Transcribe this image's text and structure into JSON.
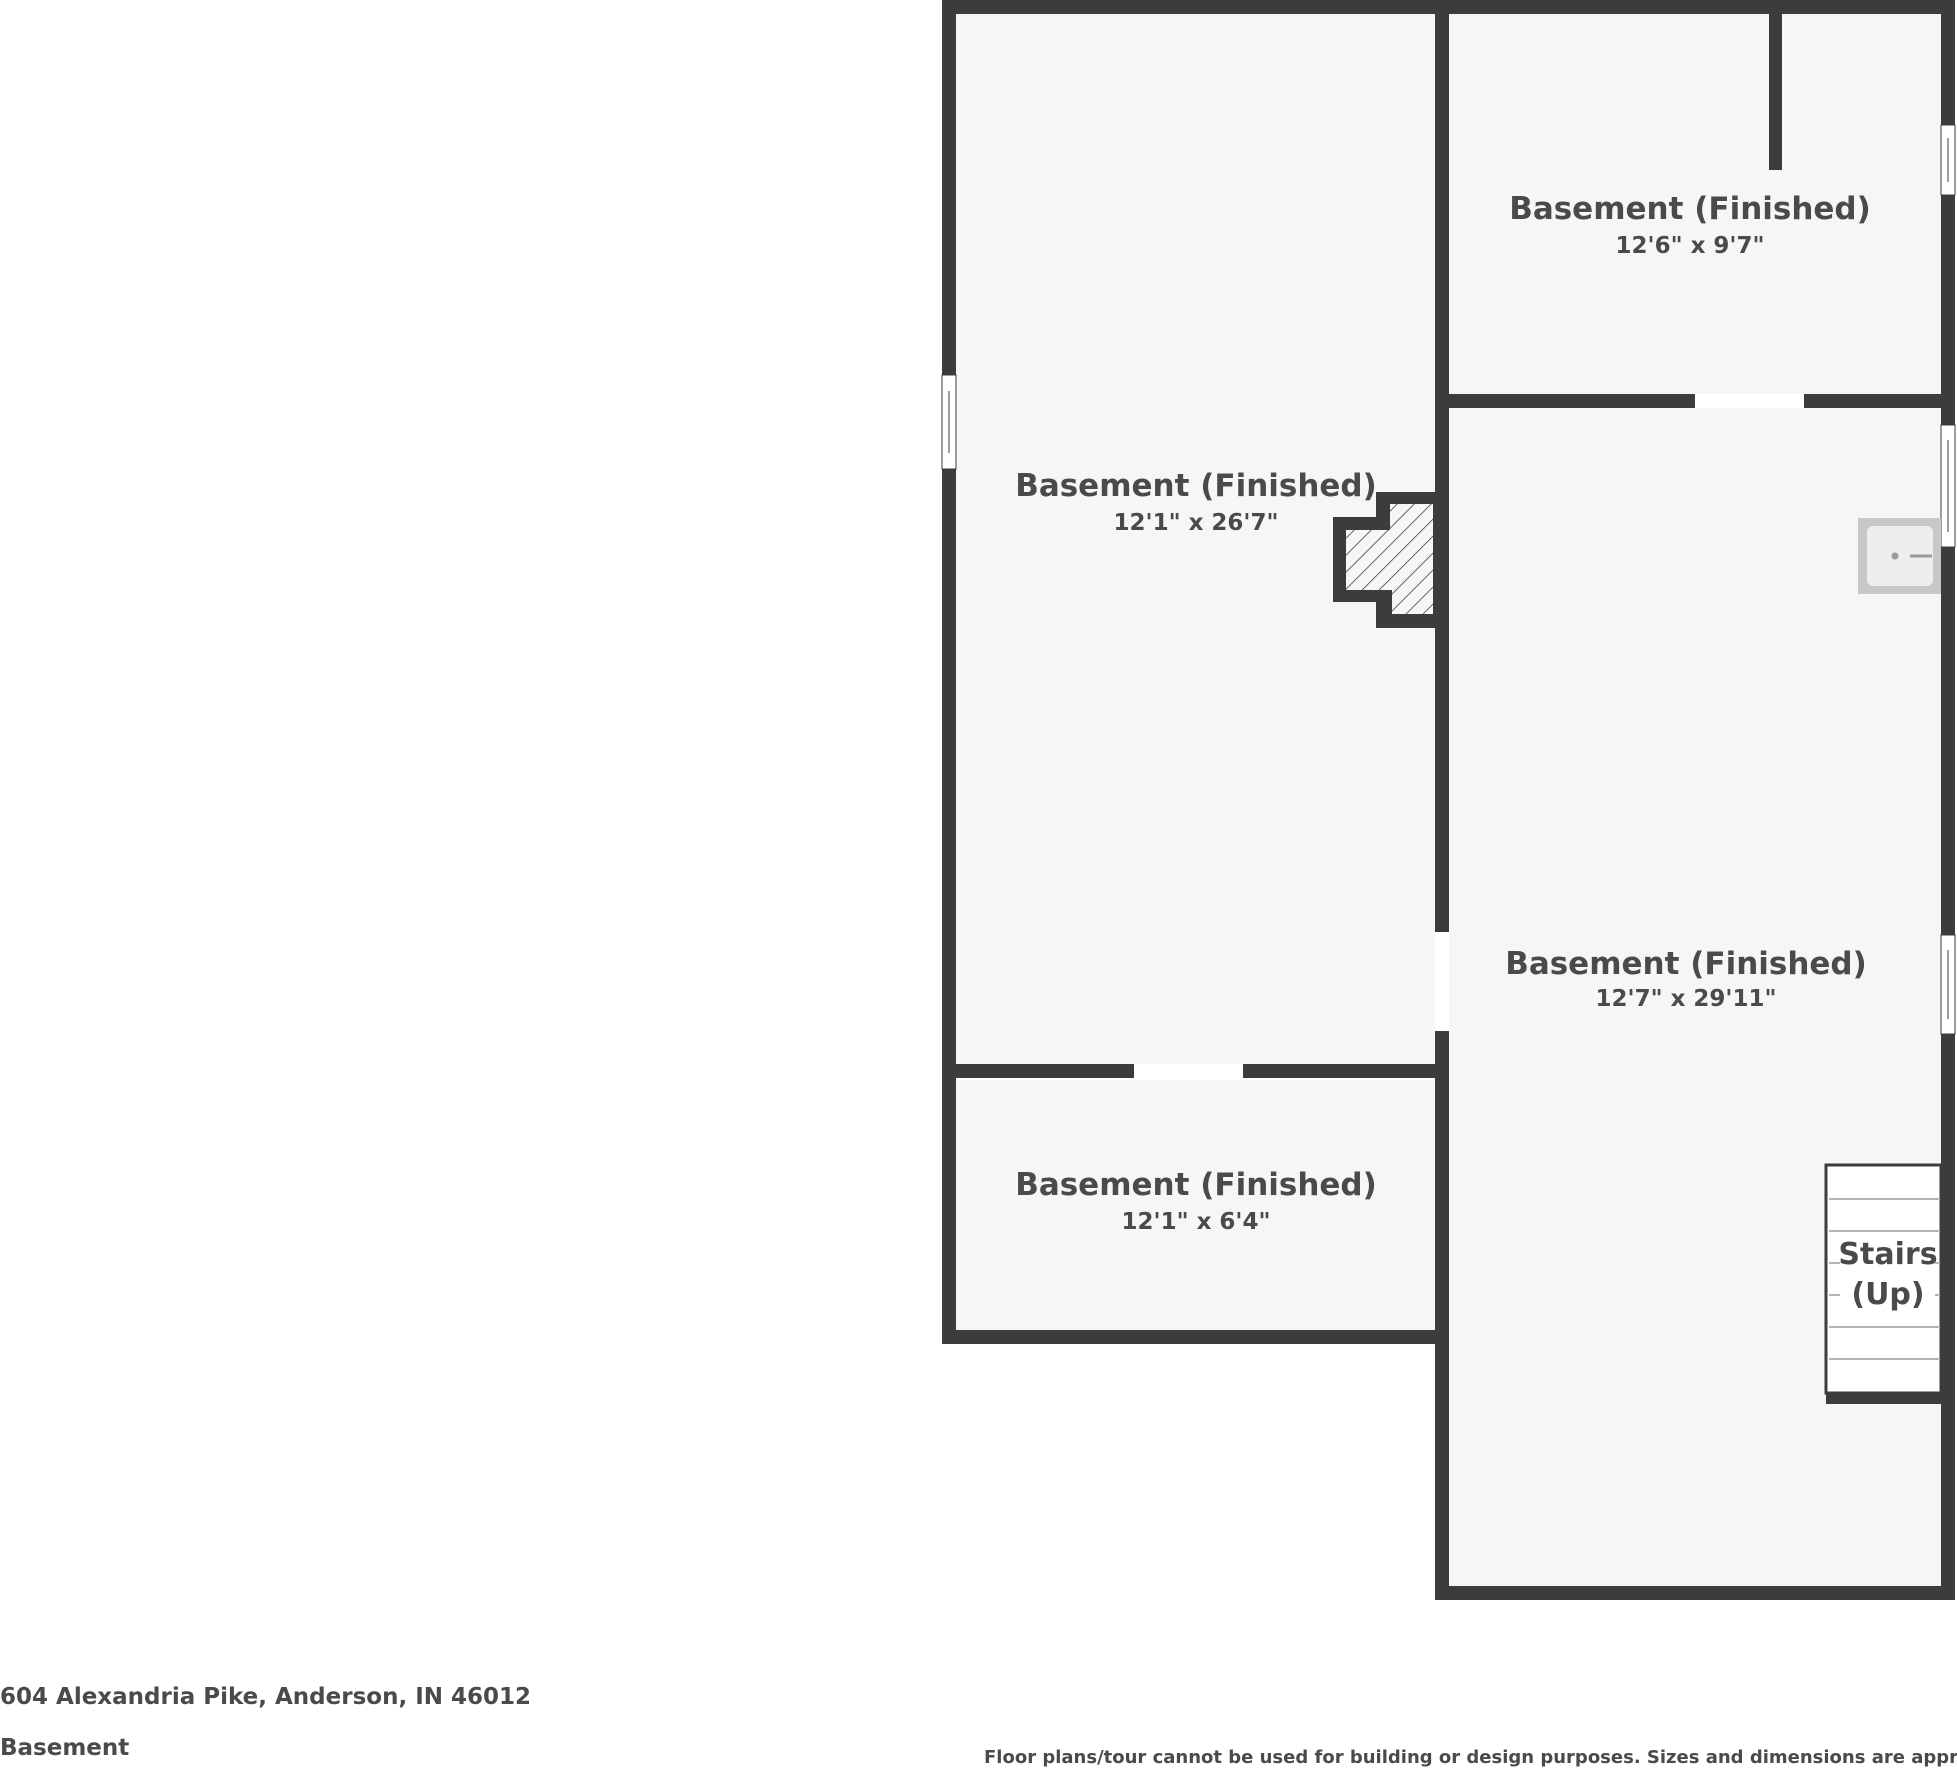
{
  "colors": {
    "wall": "#3c3c3c",
    "floor": "#f6f6f6",
    "text": "#4a4a4a",
    "opening": "#ffffff"
  },
  "rooms": [
    {
      "name": "Basement (Finished)",
      "dims": "12'6\" x 9'7\""
    },
    {
      "name": "Basement (Finished)",
      "dims": "12'1\" x 26'7\""
    },
    {
      "name": "Basement (Finished)",
      "dims": "12'7\" x 29'11\""
    },
    {
      "name": "Basement (Finished)",
      "dims": "12'1\" x 6'4\""
    }
  ],
  "stairs": {
    "line1": "Stairs",
    "line2": "(Up)"
  },
  "icons": {
    "fireplace": "fireplace-icon",
    "sink": "utility-sink-icon",
    "stairs": "stairs-icon"
  },
  "footer": {
    "address": "604 Alexandria Pike, Anderson, IN 46012",
    "floor_label": "Basement",
    "disclaimer": "Floor plans/tour cannot be used for building or design purposes. Sizes and dimensions are approximate."
  }
}
